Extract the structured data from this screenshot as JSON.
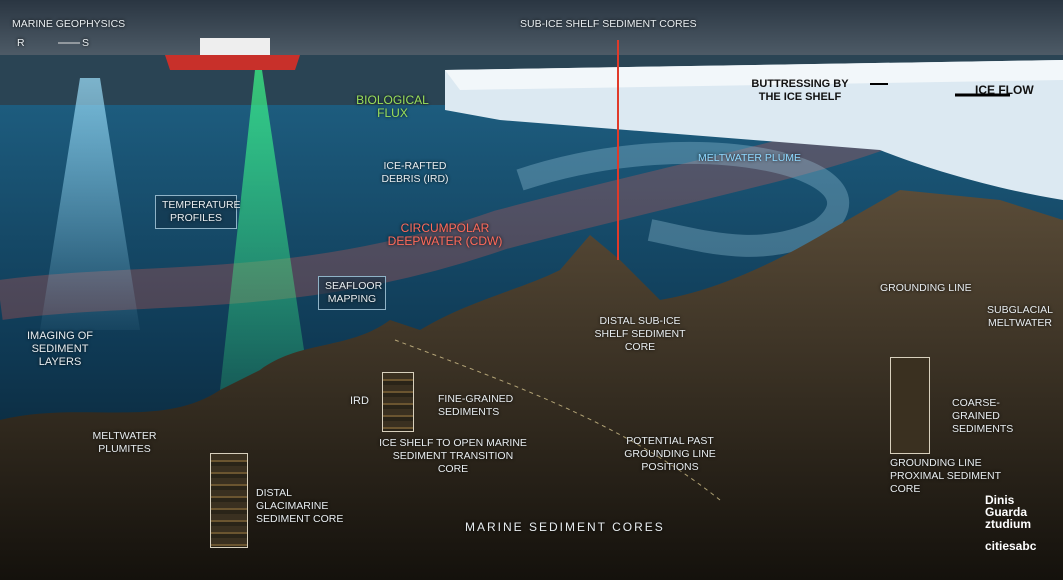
{
  "labels": {
    "marine_geophysics": "Marine Geophysics",
    "receiver": "R",
    "source": "S",
    "sub_ice_shelf_cores": "Sub-Ice Shelf Sediment Cores",
    "buttressing": "Buttressing by the Ice Shelf",
    "ice_flow": "Ice Flow",
    "biological_flux": "Biological Flux",
    "meltwater_plume": "Meltwater Plume",
    "ird_top": "Ice-Rafted Debris (IRD)",
    "temperature_profiles": "Temperature Profiles",
    "cdw": "Circumpolar Deepwater (CDW)",
    "seafloor_mapping": "Seafloor Mapping",
    "imaging": "Imaging of Sediment Layers",
    "distal_sub_ice": "Distal Sub-Ice Shelf Sediment Core",
    "grounding_line": "Grounding Line",
    "subglacial_meltwater": "Subglacial Meltwater",
    "ird": "IRD",
    "fine_grained": "Fine-Grained Sediments",
    "transition_core": "Ice Shelf to Open Marine Sediment Transition Core",
    "meltwater_plumites": "Meltwater Plumites",
    "past_grounding": "Potential Past Grounding Line Positions",
    "coarse_grained": "Coarse-Grained Sediments",
    "proximal_core": "Grounding Line Proximal Sediment Core",
    "distal_glacimarine": "Distal Glacimarine Sediment Core",
    "marine_sediment_cores": "Marine Sediment Cores"
  },
  "logo": {
    "line1": "Dinis",
    "line2": "Guarda",
    "line3": "ztudium",
    "line4": "citiesabc"
  },
  "colors": {
    "sky": "#3a4a58",
    "sea": "#0f3a55",
    "ice": "#dce9f2",
    "rock": "#3a3226",
    "cdw": "#ff5a4a"
  }
}
